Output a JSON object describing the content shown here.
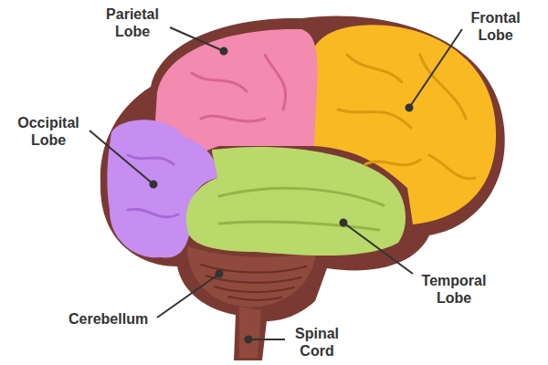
{
  "diagram": {
    "labels": [
      "Parietal Lobe",
      "Frontal Lobe",
      "Occipital Lobe",
      "Temporal Lobe",
      "Cerebellum",
      "Spinal Cord"
    ]
  }
}
